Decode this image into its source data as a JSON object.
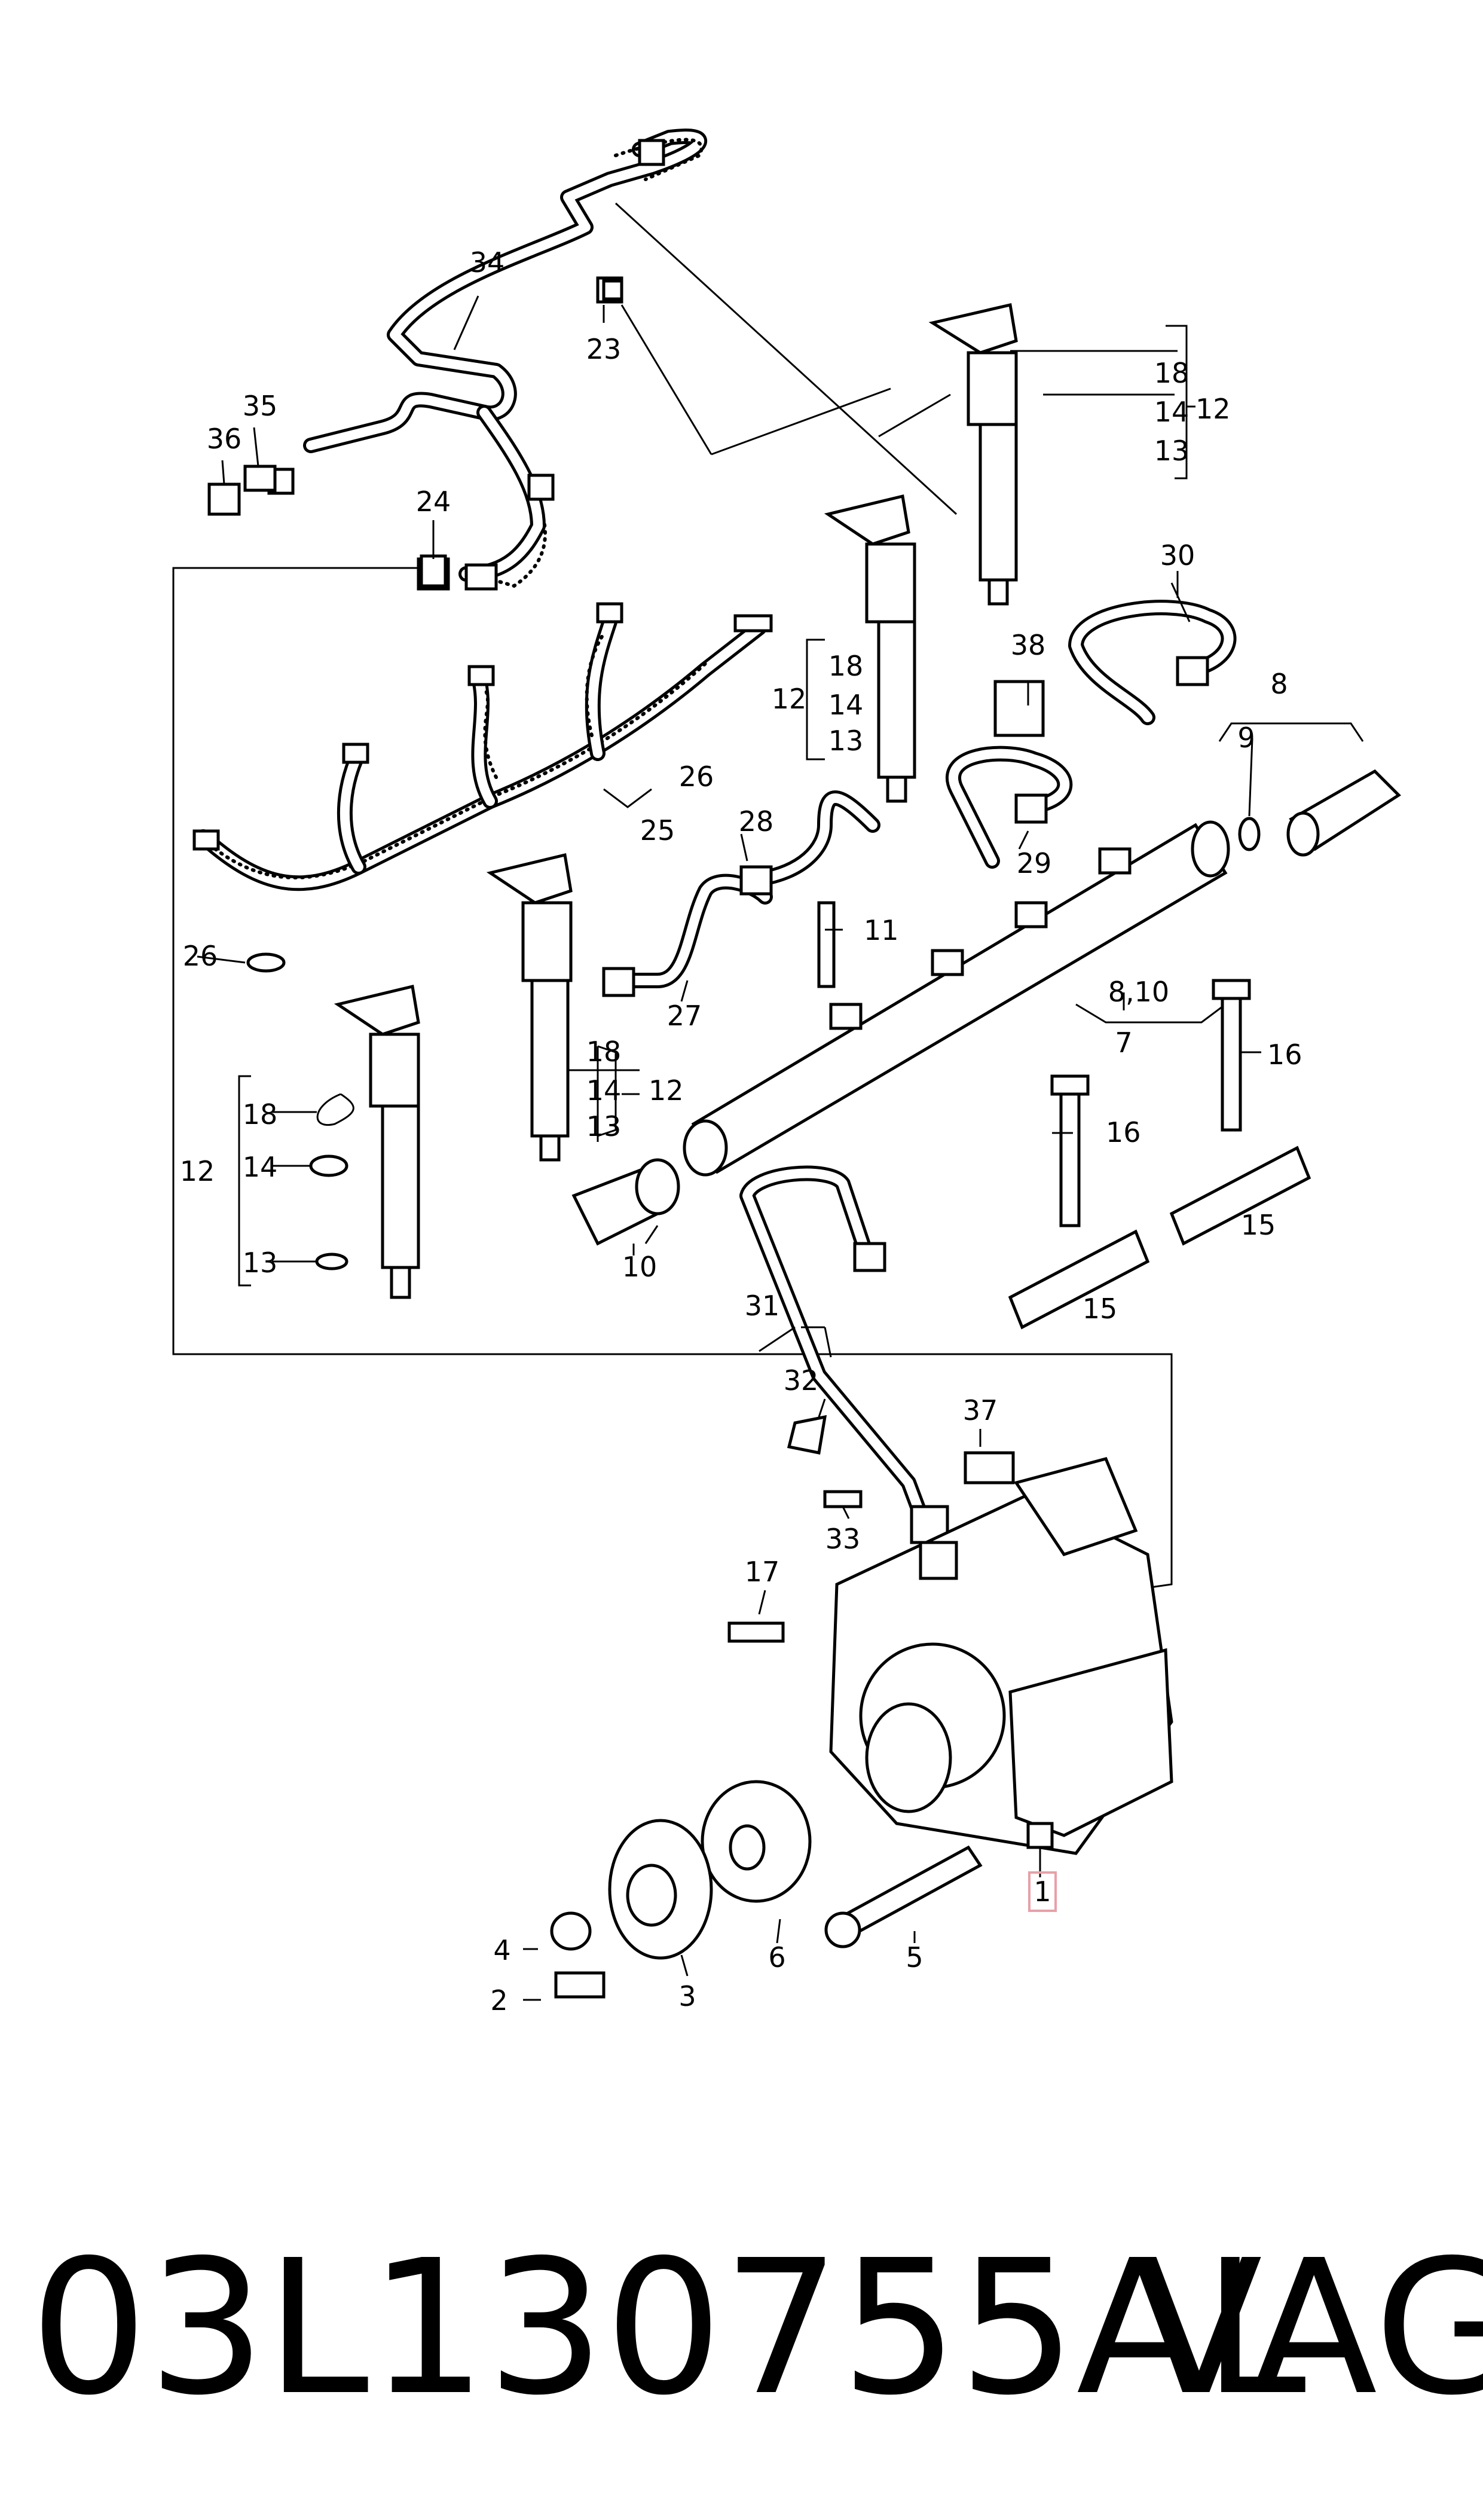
{
  "callouts": {
    "c1": "1",
    "c2": "2",
    "c3": "3",
    "c4": "4",
    "c5": "5",
    "c6": "6",
    "c7": "7",
    "c8": "8",
    "c8_10": "8,10",
    "c9": "9",
    "c10": "10",
    "c11": "11",
    "c12": "12",
    "c13": "13",
    "c14": "14",
    "c15": "15",
    "c16": "16",
    "c17": "17",
    "c18": "18",
    "c23": "23",
    "c24": "24",
    "c25": "25",
    "c26": "26",
    "c27": "27",
    "c28": "28",
    "c29": "29",
    "c30": "30",
    "c31": "31",
    "c32": "32",
    "c33": "33",
    "c34": "34",
    "c35": "35",
    "c36": "36",
    "c37": "37",
    "c38": "38"
  },
  "footer": {
    "part_number": "03L130755AL",
    "brand": "VAG"
  },
  "highlight_color": "#e8a0a8"
}
